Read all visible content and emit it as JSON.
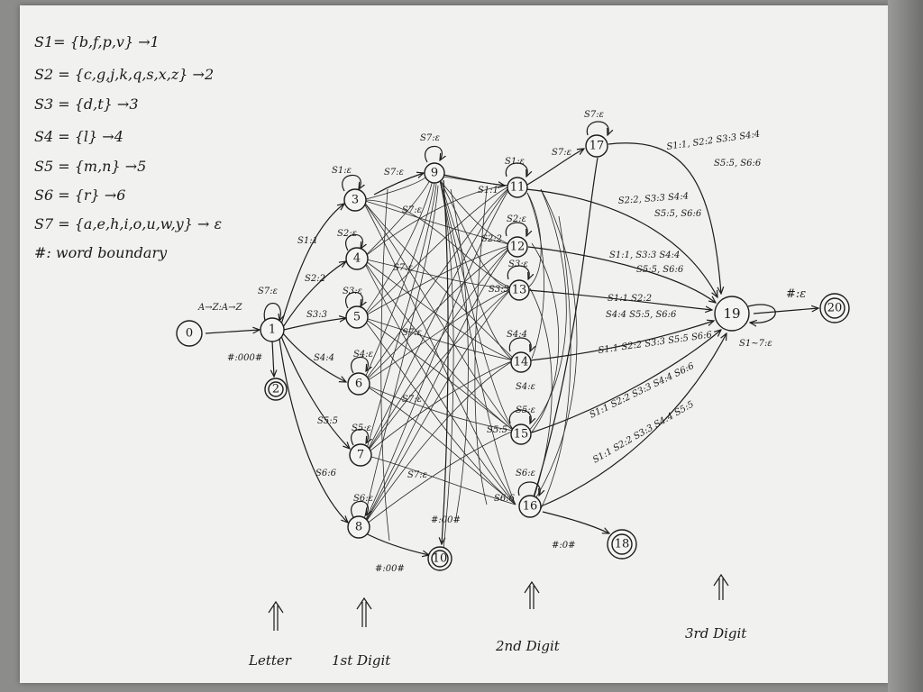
{
  "legend": [
    "S1= {b,f,p,v} →1",
    "S2 = {c,g,j,k,q,s,x,z} →2",
    "S3 = {d,t} →3",
    "S4 = {l} →4",
    "S5 = {m,n} →5",
    "S6 = {r} →6",
    "S7 = {a,e,h,i,o,u,w,y} → ε",
    "#: word boundary"
  ],
  "nodes": {
    "n0": "0",
    "n1": "1",
    "n2": "2",
    "n3": "3",
    "n4": "4",
    "n5": "5",
    "n6": "6",
    "n7": "7",
    "n8": "8",
    "n9": "9",
    "n10": "10",
    "n11": "11",
    "n12": "12",
    "n13": "13",
    "n14": "14",
    "n15": "15",
    "n16": "16",
    "n17": "17",
    "n18": "18",
    "n19": "19",
    "n20": "20"
  },
  "edge_labels": {
    "start": "A→Z:A→Z",
    "s7_loop_1": "S7:ε",
    "boundary_1": "#:000#",
    "to3": "S1:1",
    "to4": "S2:2",
    "to5": "S3:3",
    "to6": "S4:4",
    "to7": "S5:5",
    "to8": "S6:6",
    "loop3": "S1:ε",
    "loop4": "S2:ε",
    "loop5": "S3:ε",
    "loop6": "S4:ε",
    "loop7": "S5:ε",
    "loop8": "S6:ε",
    "to9": "S7:ε",
    "loop9": "S7:ε",
    "mid_a": "S7:ε",
    "mid_b": "S7:ε",
    "mid_c": "S7:ε",
    "mid_d": "S7:ε",
    "mid_e": "S7:ε",
    "mid_f": "S7:ε",
    "mid_g": "S7:ε",
    "to11": "S1:1",
    "to12": "S2:2",
    "to13": "S3:3",
    "loop11": "S1:ε",
    "loop12": "S2:ε",
    "loop13": "S3:ε",
    "loop14": "S4:4",
    "loop14b": "S4:ε",
    "loop15": "S5:ε",
    "loop16": "S6:ε",
    "to15": "S5:5",
    "to16": "S6:6",
    "boundary_10": "#:00#",
    "boundary_10b": "#:00#",
    "to17": "S7:ε",
    "loop17": "S7:ε",
    "boundary_18": "#:0#",
    "e17_19": "S1:1, S2:2 S3:3 S4:4",
    "e17_19b": "S5:5, S6:6",
    "e11_19": "S2:2, S3:3 S4:4",
    "e11_19b": "S5:5, S6:6",
    "e12_19": "S1:1, S3:3 S4:4",
    "e12_19b": "S5:5, S6:6",
    "e13_19": "S1:1 S2:2",
    "e13_19b": "S4:4 S5:5, S6:6",
    "e14_19": "S1:1 S2:2 S3:3 S5:5 S6:6",
    "e15_19": "S1:1 S2:2 S3:3 S4:4 S6:6",
    "e16_19": "S1:1 S2:2 S3:3 S4:4 S5:5",
    "loop19": "S1~7:ε",
    "to20": "#:ε"
  },
  "axis": {
    "letter": "Letter",
    "digit1": "1st Digit",
    "digit2": "2nd Digit",
    "digit3": "3rd Digit"
  }
}
